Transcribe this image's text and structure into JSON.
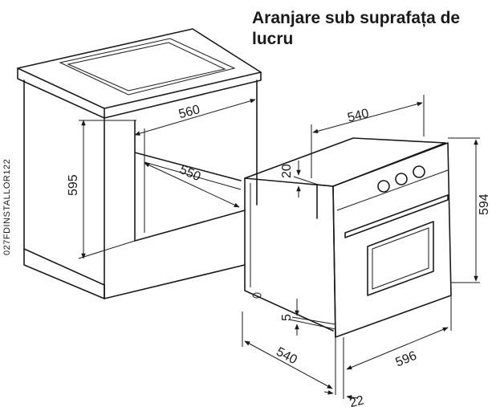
{
  "title": "Aranjare sub suprafața de lucru",
  "code": "027FDINSTALLOR122",
  "dimensions": {
    "cabinet_width": "560",
    "cabinet_height": "595",
    "cabinet_depth": "550",
    "oven_top_width": "540",
    "oven_height": "594",
    "oven_top_gap": "20",
    "oven_bottom_gap": "5",
    "oven_depth": "540",
    "oven_width": "596",
    "front_thickness": "22"
  }
}
